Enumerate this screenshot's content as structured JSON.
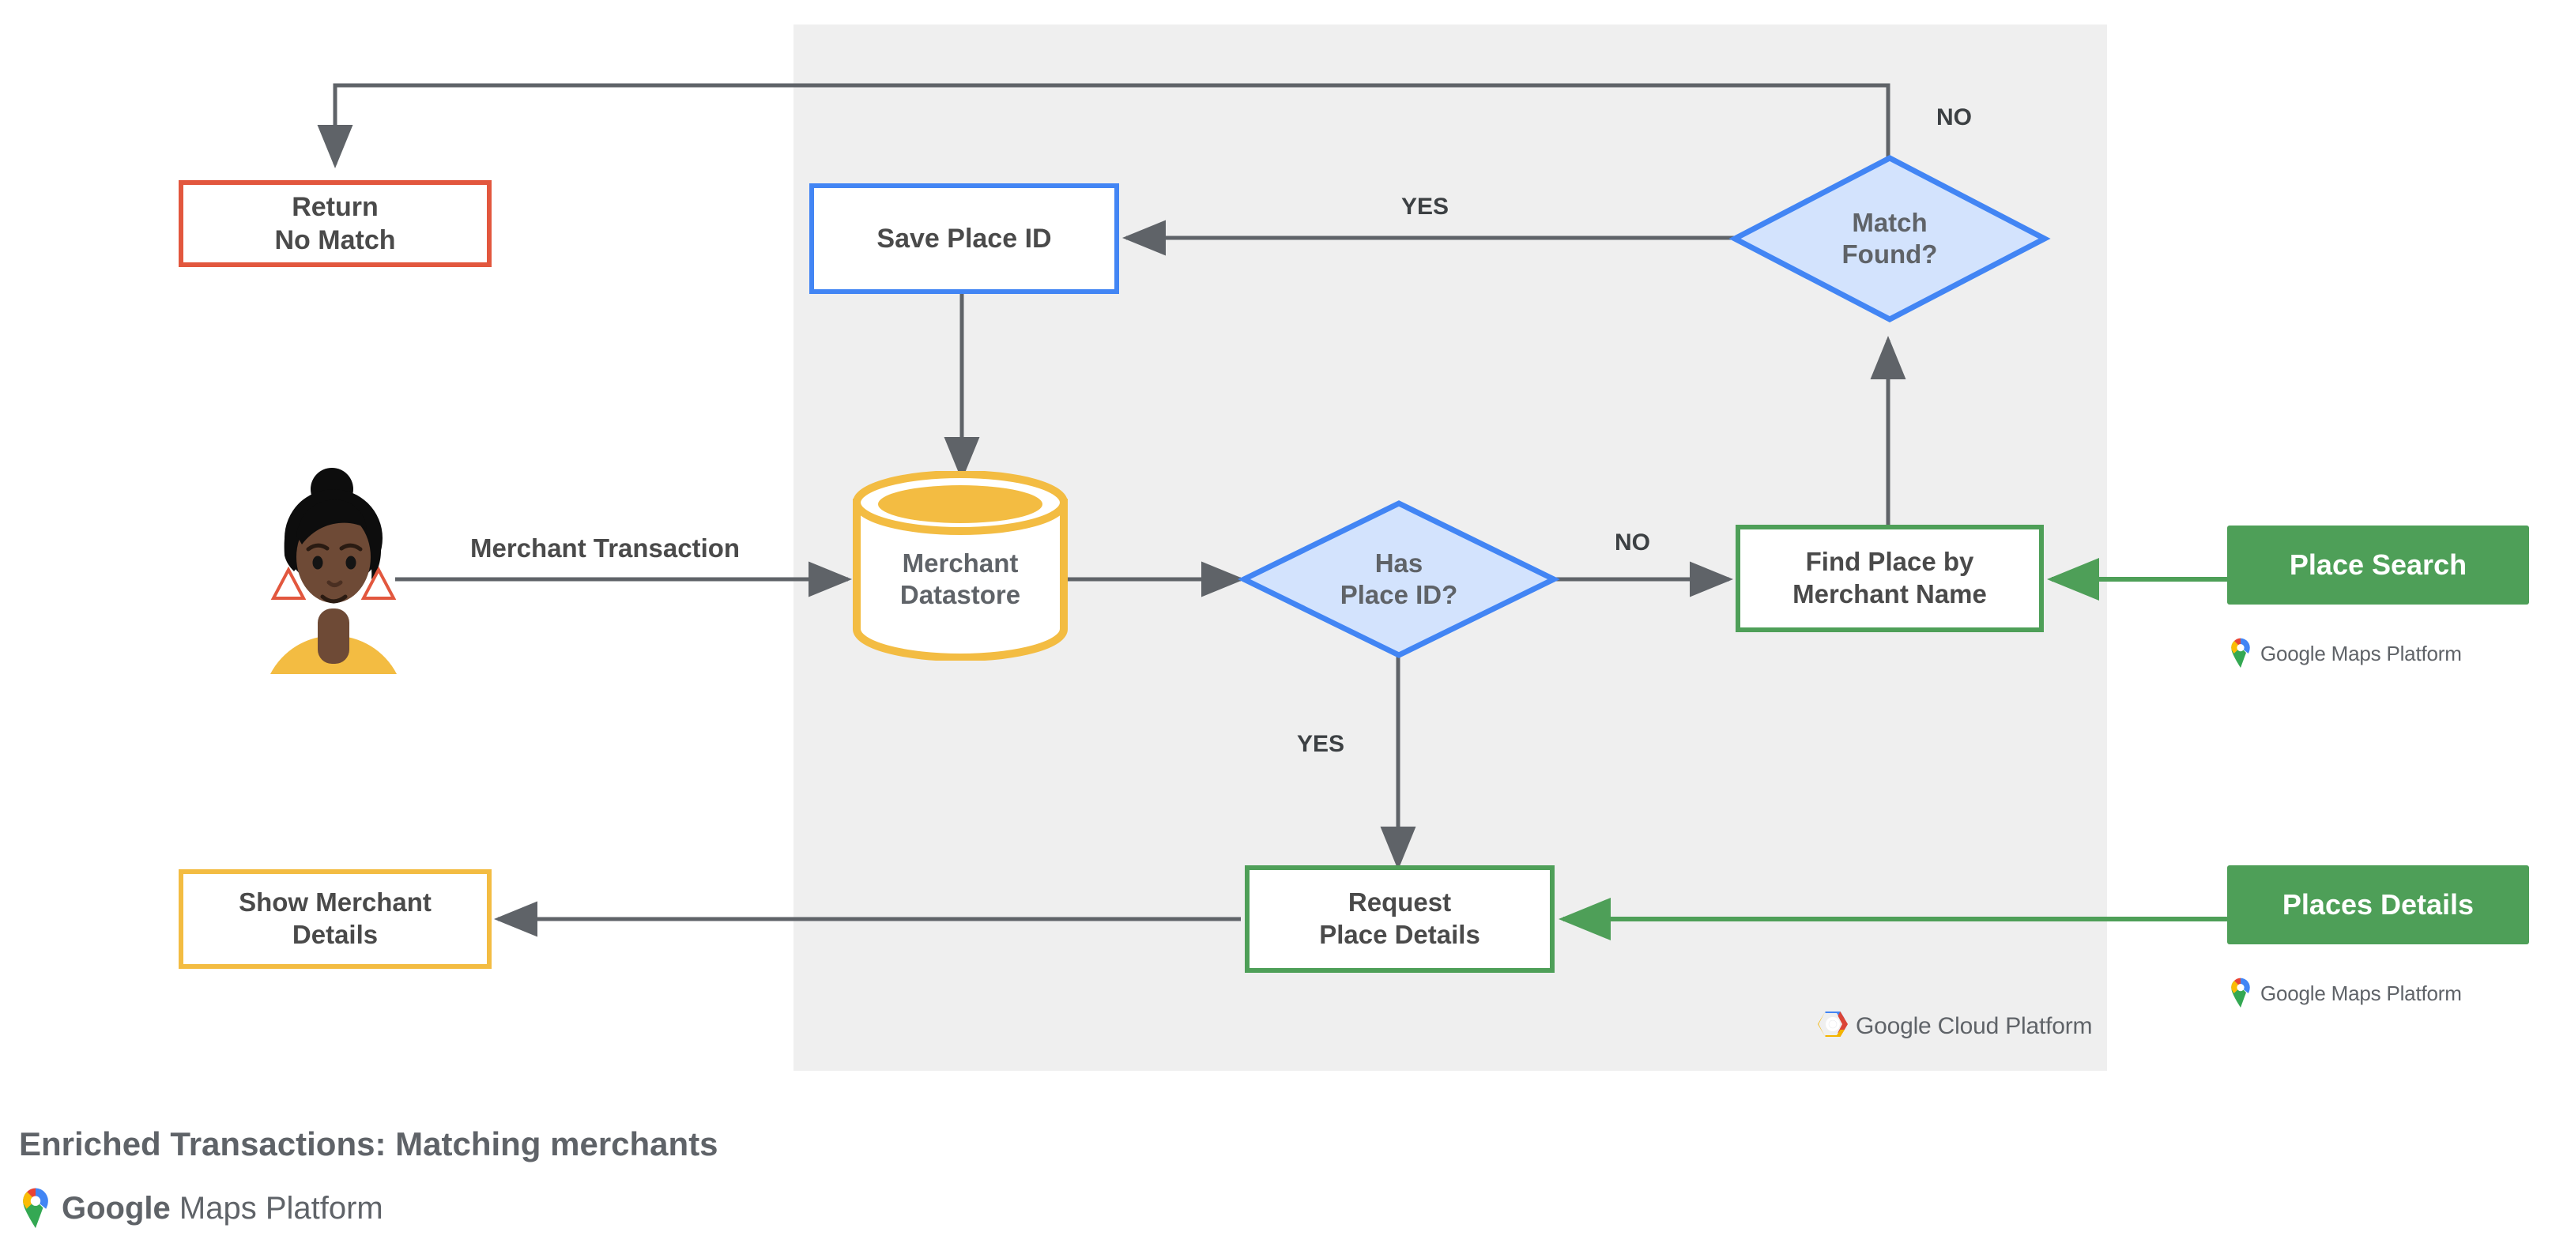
{
  "diagram": {
    "title": "Enriched Transactions: Matching merchants",
    "platform_panel_label": "Google Cloud Platform",
    "brand_maps": "Google Maps Platform",
    "colors": {
      "panel_bg": "#efefef",
      "red": "#e2573e",
      "blue": "#4285f4",
      "blue_fill": "#d3e3fd",
      "green": "#4e9f58",
      "yellow": "#f3bc42",
      "wire": "#5f6368",
      "text": "#4a4a4a"
    }
  },
  "nodes": {
    "return_no_match": {
      "line1": "Return",
      "line2": "No Match"
    },
    "save_place_id": {
      "line1": "Save Place ID"
    },
    "merchant_datastore": {
      "line1": "Merchant",
      "line2": "Datastore"
    },
    "show_merchant_details": {
      "line1": "Show Merchant",
      "line2": "Details"
    },
    "find_place_by_merchant_name": {
      "line1": "Find Place by",
      "line2": "Merchant Name"
    },
    "request_place_details": {
      "line1": "Request",
      "line2": "Place Details"
    },
    "has_place_id": {
      "line1": "Has",
      "line2": "Place ID?"
    },
    "match_found": {
      "line1": "Match",
      "line2": "Found?"
    }
  },
  "products": {
    "place_search": {
      "label": "Place Search",
      "brand": "Google Maps Platform"
    },
    "places_details": {
      "label": "Places Details",
      "brand": "Google Maps Platform"
    }
  },
  "edges": {
    "merchant_transaction": "Merchant Transaction",
    "has_place_id_no": "NO",
    "has_place_id_yes": "YES",
    "match_found_yes": "YES",
    "match_found_no": "NO"
  },
  "logos": {
    "maps_google": "Google",
    "maps_rest": " Maps Platform",
    "cloud_google": "Google",
    "cloud_rest": " Cloud Platform"
  }
}
